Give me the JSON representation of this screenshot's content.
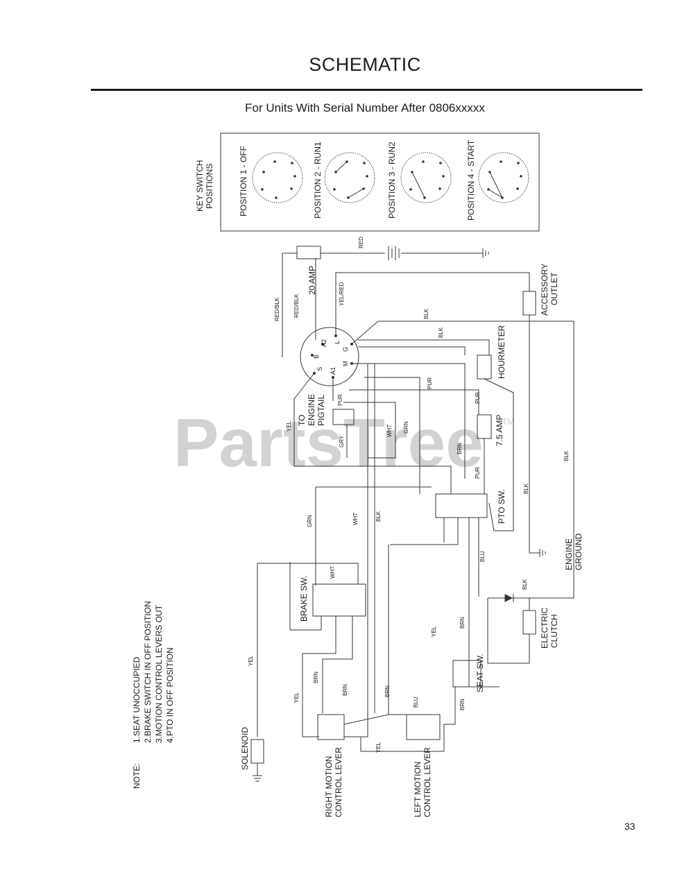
{
  "page": {
    "title": "SCHEMATIC",
    "subtitle": "For Units With Serial Number After 0806xxxxx",
    "page_number": "33",
    "watermark": "PartsTree",
    "watermark_mark": "TM"
  },
  "key_switch": {
    "heading_line1": "KEY SWITCH",
    "heading_line2": "POSITIONS",
    "positions": [
      "POSITION 1 - OFF",
      "POSITION 2 - RUN1",
      "POSITION 3 - RUN2",
      "POSITION 4 - START"
    ],
    "terminals": [
      "S",
      "B",
      "A2",
      "L",
      "G",
      "M",
      "A1"
    ]
  },
  "components": {
    "fuse_20": "20 AMP",
    "accessory_line1": "ACCESSORY",
    "accessory_line2": "OUTLET",
    "hourmeter": "HOURMETER",
    "pigtail_line1": "TO",
    "pigtail_line2": "ENGINE",
    "pigtail_line3": "PIGTAIL",
    "fuse_75": "7.5 AMP",
    "pto": "PTO SW.",
    "engine_ground_line1": "ENGINE",
    "engine_ground_line2": "GROUND",
    "brake": "BRAKE SW.",
    "clutch_line1": "ELECTRIC",
    "clutch_line2": "CLUTCH",
    "seat": "SEAT SW.",
    "solenoid": "SOLENOID",
    "right_line1": "RIGHT MOTION",
    "right_line2": "CONTROL LEVER",
    "left_line1": "LEFT MOTION",
    "left_line2": "CONTROL LEVER"
  },
  "wires": {
    "red": "RED",
    "red_blk": "RED/BLK",
    "yel_red": "YEL/RED",
    "blk": "BLK",
    "pur": "PUR",
    "yel": "YEL",
    "gry": "GRY",
    "wht": "WHT",
    "grn": "GRN",
    "brn": "BRN",
    "blu": "BLU"
  },
  "notes": {
    "label": "NOTE:",
    "items": [
      "1.SEAT UNOCCUPIED",
      "2.BRAKE SWITCH IN OFF POSITION",
      "3.MOTION CONTROL LEVERS OUT",
      "4.PTO IN OFF POSITION"
    ]
  }
}
